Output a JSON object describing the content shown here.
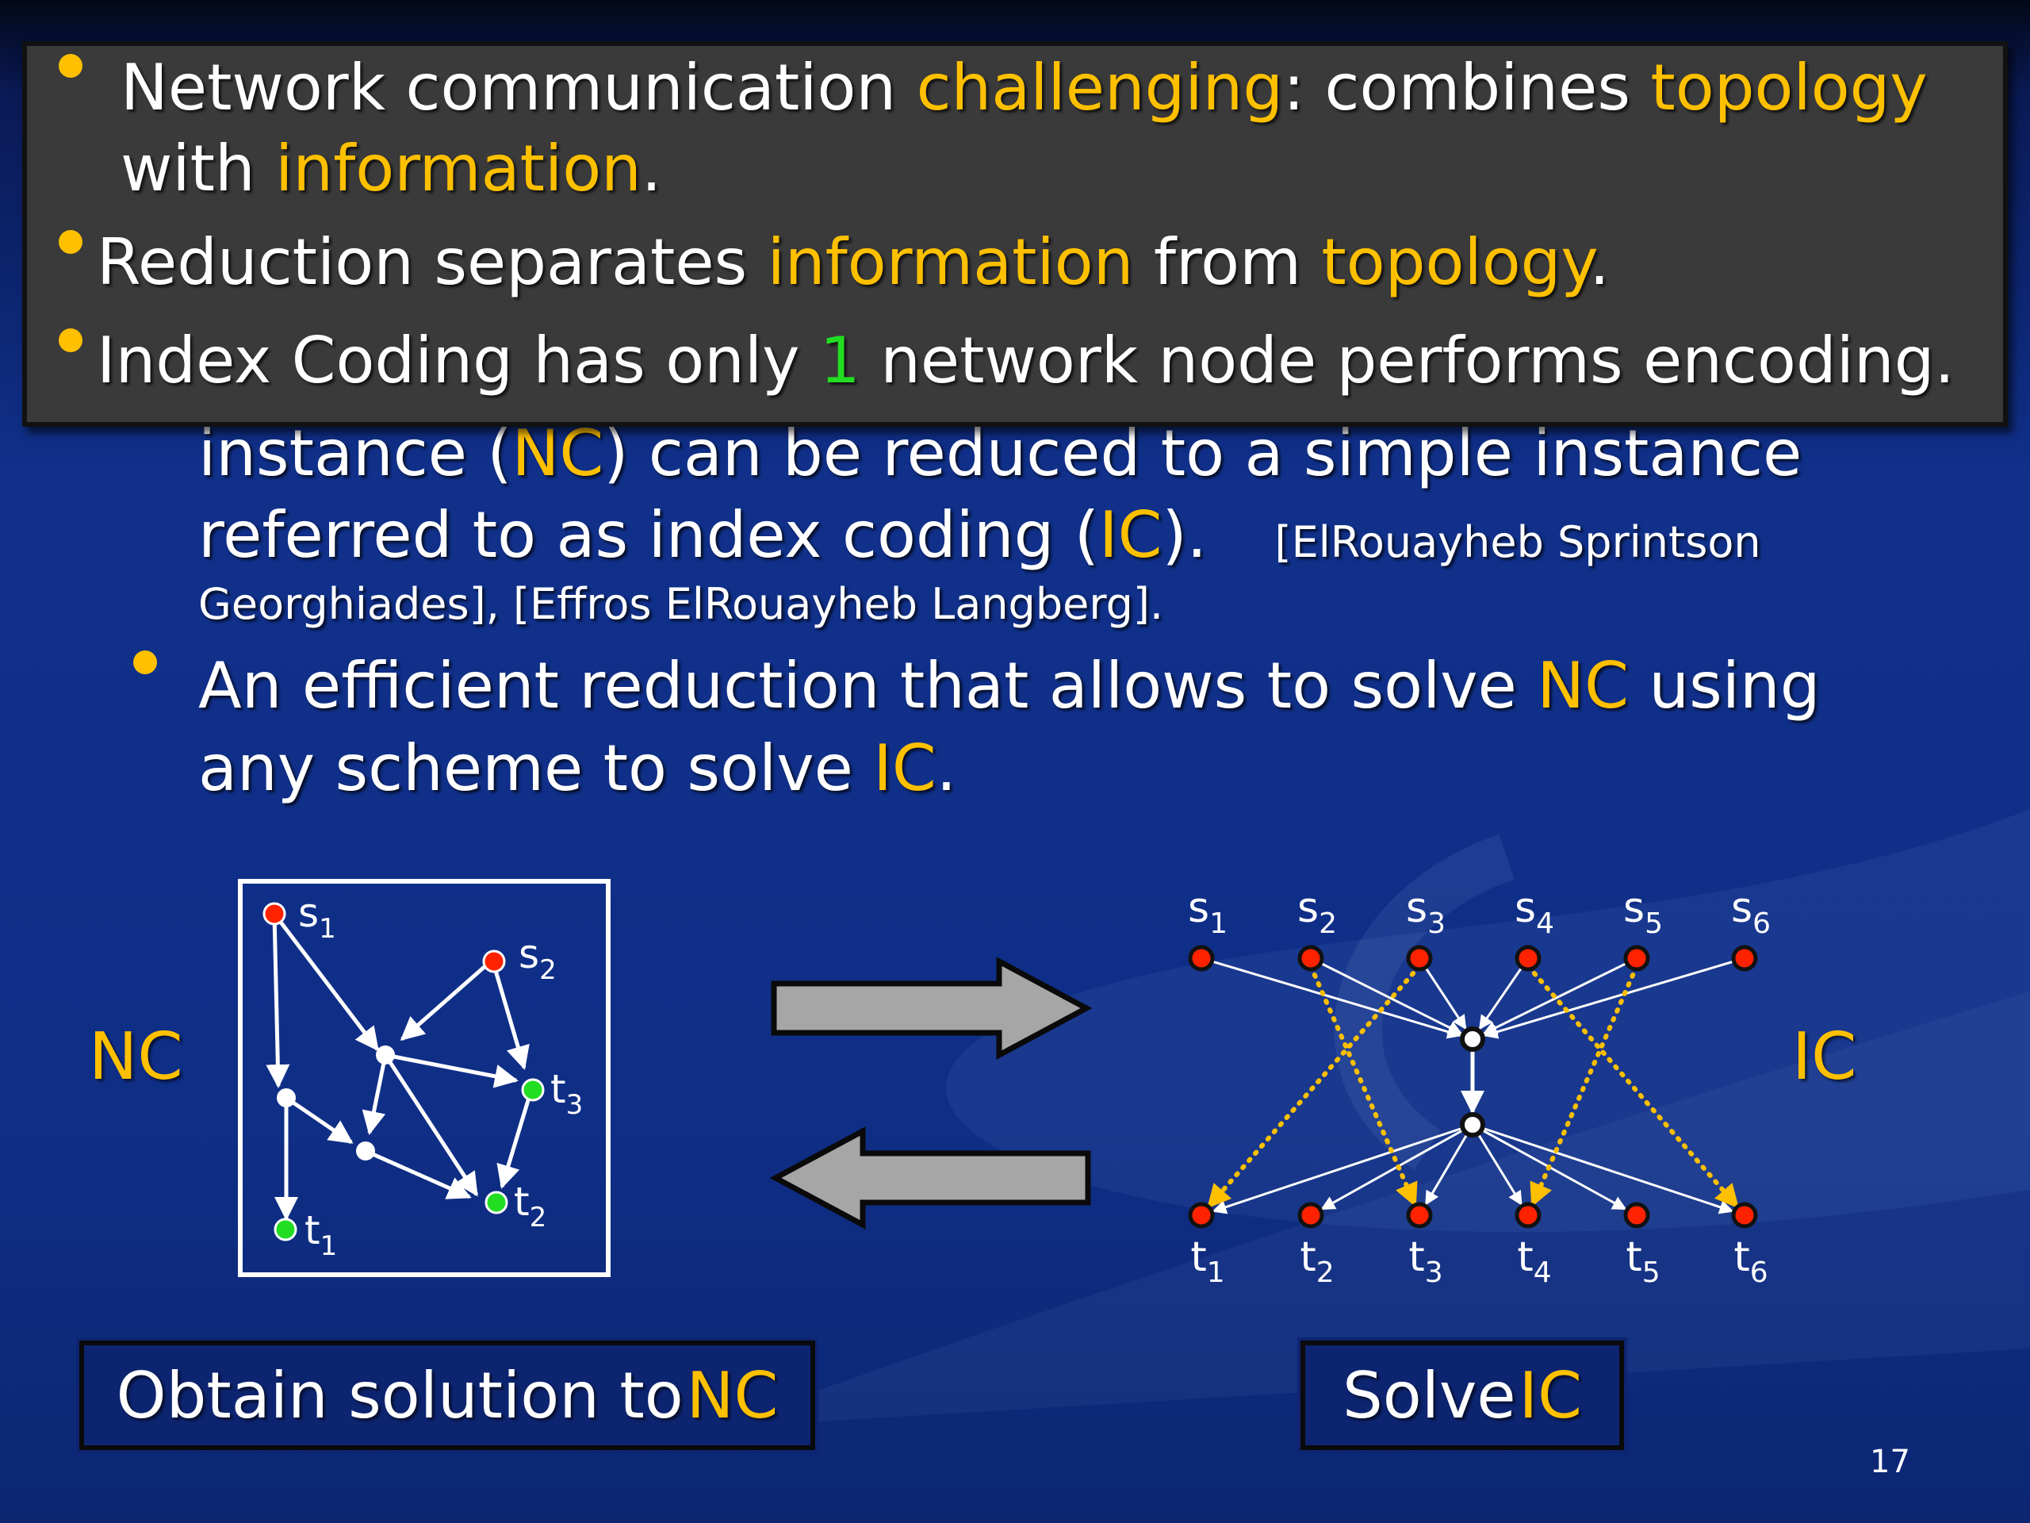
{
  "callout": {
    "line1": {
      "a": "Network communication ",
      "b": "challenging",
      "c": ": combines ",
      "d": "topology"
    },
    "line2": {
      "a": "with ",
      "b": "information",
      "c": "."
    },
    "line3": {
      "a": "Reduction separates ",
      "b": "information",
      "c": " from ",
      "d": "topology",
      "e": "."
    },
    "line4": {
      "a": "Index Coding has only ",
      "b": "1",
      "c": " network node performs encoding."
    }
  },
  "body": {
    "line1": {
      "a": "instance (",
      "b": "NC",
      "c": ") can be reduced to a simple instance"
    },
    "line2": {
      "a": "referred to as index coding (",
      "b": "IC",
      "c": ").",
      "ref": "[ElRouayheb Sprintson"
    },
    "line3": "Georghiades], [Effros ElRouayheb Langberg].",
    "bullet": {
      "line1": {
        "a": "An efficient reduction that allows to solve ",
        "b": "NC",
        "c": " using"
      },
      "line2": {
        "a": "any scheme to solve ",
        "b": "IC",
        "c": "."
      }
    }
  },
  "nc_diagram": {
    "label": "NC",
    "node_labels": {
      "s1": "s",
      "s1_sub": "1",
      "s2": "s",
      "s2_sub": "2",
      "t1": "t",
      "t1_sub": "1",
      "t2": "t",
      "t2_sub": "2",
      "t3": "t",
      "t3_sub": "3"
    }
  },
  "ic_diagram": {
    "label": "IC",
    "sources": [
      {
        "l": "s",
        "sub": "1"
      },
      {
        "l": "s",
        "sub": "2"
      },
      {
        "l": "s",
        "sub": "3"
      },
      {
        "l": "s",
        "sub": "4"
      },
      {
        "l": "s",
        "sub": "5"
      },
      {
        "l": "s",
        "sub": "6"
      }
    ],
    "sinks": [
      {
        "l": "t",
        "sub": "1"
      },
      {
        "l": "t",
        "sub": "2"
      },
      {
        "l": "t",
        "sub": "3"
      },
      {
        "l": "t",
        "sub": "4"
      },
      {
        "l": "t",
        "sub": "5"
      },
      {
        "l": "t",
        "sub": "6"
      }
    ]
  },
  "boxes": {
    "left": {
      "a": "Obtain solution to ",
      "b": "NC"
    },
    "right": {
      "a": "Solve ",
      "b": "IC"
    }
  },
  "page_number": "17",
  "colors": {
    "highlight": "#ffc000",
    "green": "#22dd22",
    "source_node": "#ff2200",
    "sink_node": "#22dd22",
    "dotted_edge": "#ffc000"
  }
}
